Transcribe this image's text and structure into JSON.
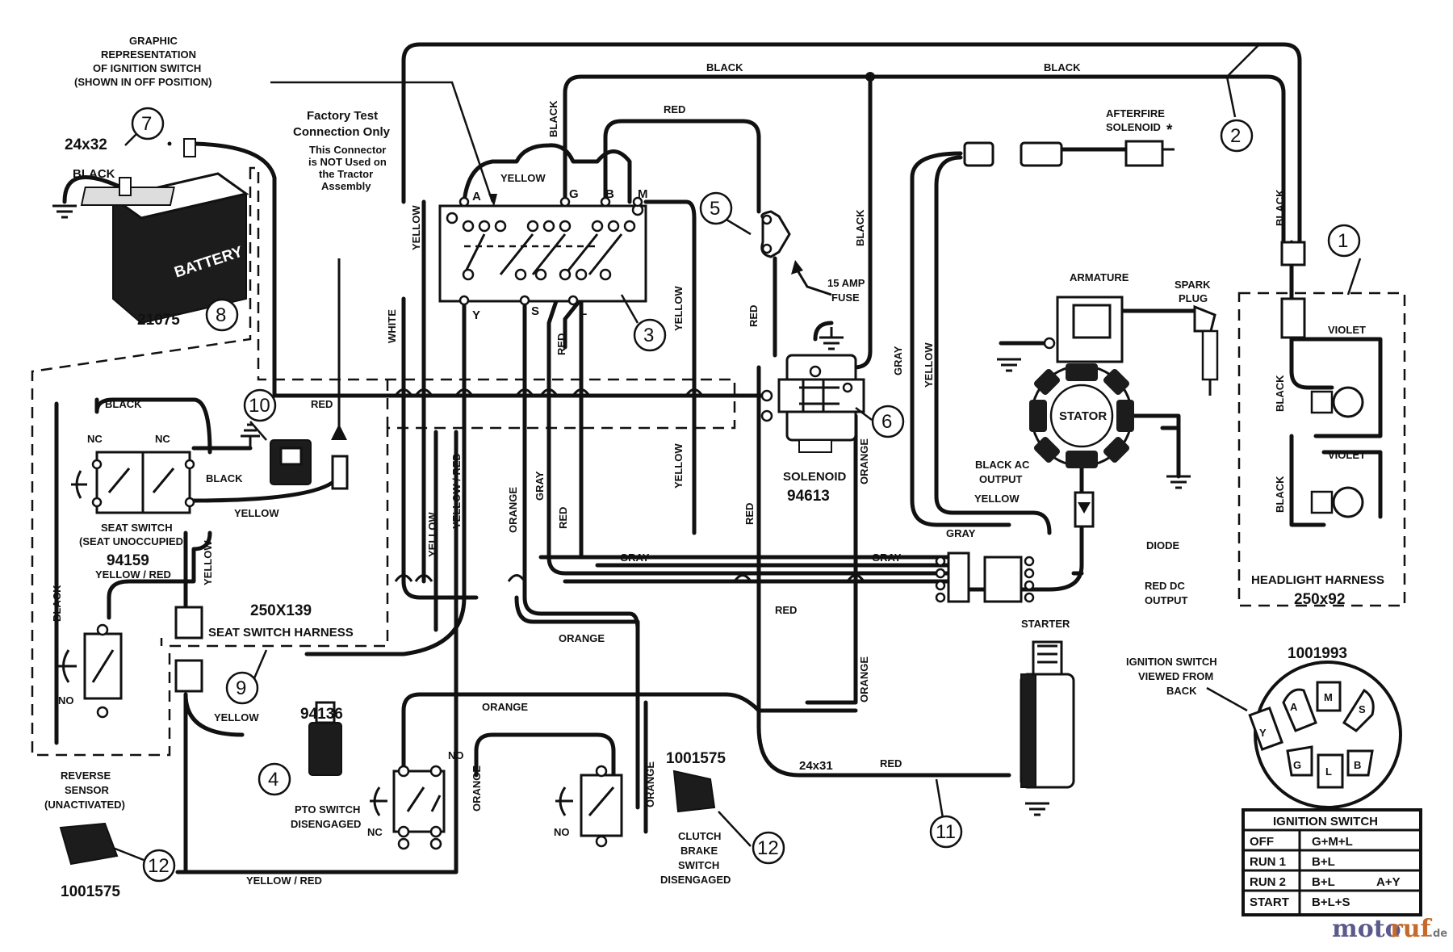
{
  "labels": {
    "graphic_rep": [
      "GRAPHIC",
      "REPRESENTATION",
      "OF IGNITION SWITCH",
      "(SHOWN IN OFF POSITION)"
    ],
    "factory_test": [
      "Factory Test",
      "Connection Only"
    ],
    "connector_note": [
      "This Connector",
      "is NOT Used on",
      "the Tractor",
      "Assembly"
    ],
    "battery": "BATTERY",
    "battery_cable": "24x32",
    "battery_part": "21075",
    "afterfire": [
      "AFTERFIRE",
      "SOLENOID"
    ],
    "afterfire_star": "*",
    "fuse": [
      "15 AMP",
      "FUSE"
    ],
    "armature": "ARMATURE",
    "spark_plug": [
      "SPARK",
      "PLUG"
    ],
    "stator": "STATOR",
    "black_ac": [
      "BLACK AC",
      "OUTPUT"
    ],
    "diode": "DIODE",
    "red_dc": [
      "RED DC",
      "OUTPUT"
    ],
    "solenoid": "SOLENOID",
    "solenoid_part": "94613",
    "seat_switch": [
      "SEAT SWITCH",
      "(SEAT UNOCCUPIED)"
    ],
    "seat_switch_part": "94159",
    "seat_harness": [
      "250X139",
      "SEAT SWITCH HARNESS"
    ],
    "headlight_harness": [
      "HEADLIGHT HARNESS",
      "250x92"
    ],
    "starter": "STARTER",
    "starter_cable": "24x31",
    "ign_back": [
      "IGNITION SWITCH",
      "VIEWED FROM",
      "BACK"
    ],
    "ign_part": "1001993",
    "pto_part": "94136",
    "pto": [
      "PTO SWITCH",
      "DISENGAGED"
    ],
    "clutch_part": "1001575",
    "clutch": [
      "CLUTCH",
      "BRAKE",
      "SWITCH",
      "DISENGAGED"
    ],
    "reverse": [
      "REVERSE",
      "SENSOR",
      "(UNACTIVATED)"
    ],
    "reverse_part": "1001575",
    "nc": "NC",
    "no": "NO"
  },
  "terminals": {
    "A": "A",
    "G": "G",
    "B": "B",
    "M": "M",
    "Y": "Y",
    "S": "S",
    "L": "L"
  },
  "wires": {
    "black": "BLACK",
    "red": "RED",
    "yellow": "YELLOW",
    "white": "WHITE",
    "gray": "GRAY",
    "orange": "ORANGE",
    "violet": "VIOLET",
    "yellow_red": "YELLOW / RED",
    "yellow_red_v": "YELLOW / RED"
  },
  "callouts": [
    "1",
    "2",
    "3",
    "4",
    "5",
    "6",
    "7",
    "8",
    "9",
    "10",
    "11",
    "12",
    "12"
  ],
  "ignition_table": {
    "title": "IGNITION SWITCH",
    "rows": [
      {
        "pos": "OFF",
        "conn": "G+M+L",
        "extra": ""
      },
      {
        "pos": "RUN 1",
        "conn": "B+L",
        "extra": ""
      },
      {
        "pos": "RUN 2",
        "conn": "B+L",
        "extra": "A+Y"
      },
      {
        "pos": "START",
        "conn": "B+L+S",
        "extra": ""
      }
    ]
  },
  "switch_face": {
    "A": "A",
    "M": "M",
    "S": "S",
    "Y": "Y",
    "G": "G",
    "L": "L",
    "B": "B"
  },
  "watermark": {
    "main_a": "moto",
    "main_b": "ruf",
    "suffix": ".de"
  }
}
